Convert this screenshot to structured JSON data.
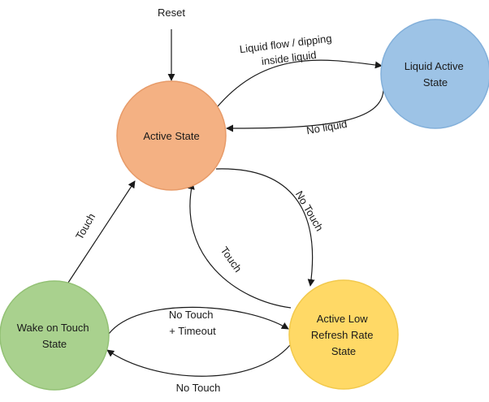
{
  "states": {
    "active": {
      "lines": [
        "Active State"
      ],
      "fill": "#f4b183",
      "stroke": "#e79b69"
    },
    "liquid": {
      "lines": [
        "Liquid Active",
        "State"
      ],
      "fill": "#9dc3e6",
      "stroke": "#83b0da"
    },
    "low_refresh": {
      "lines": [
        "Active Low",
        "Refresh Rate",
        "State"
      ],
      "fill": "#ffd966",
      "stroke": "#f2c94c"
    },
    "wake": {
      "lines": [
        "Wake on Touch",
        "State"
      ],
      "fill": "#a9d18e",
      "stroke": "#93c175"
    }
  },
  "transitions": {
    "reset": {
      "lines": [
        "Reset"
      ]
    },
    "active_to_liquid": {
      "lines": [
        "Liquid flow / dipping",
        "inside liquid"
      ]
    },
    "liquid_to_active": {
      "lines": [
        "No liquid"
      ]
    },
    "active_to_low": {
      "lines": [
        "No Touch"
      ]
    },
    "low_to_active": {
      "lines": [
        "Touch"
      ]
    },
    "wake_to_active": {
      "lines": [
        "Touch"
      ]
    },
    "wake_to_low": {
      "lines": [
        "No Touch",
        "+ Timeout"
      ]
    },
    "low_to_wake": {
      "lines": [
        "No Touch"
      ]
    }
  }
}
